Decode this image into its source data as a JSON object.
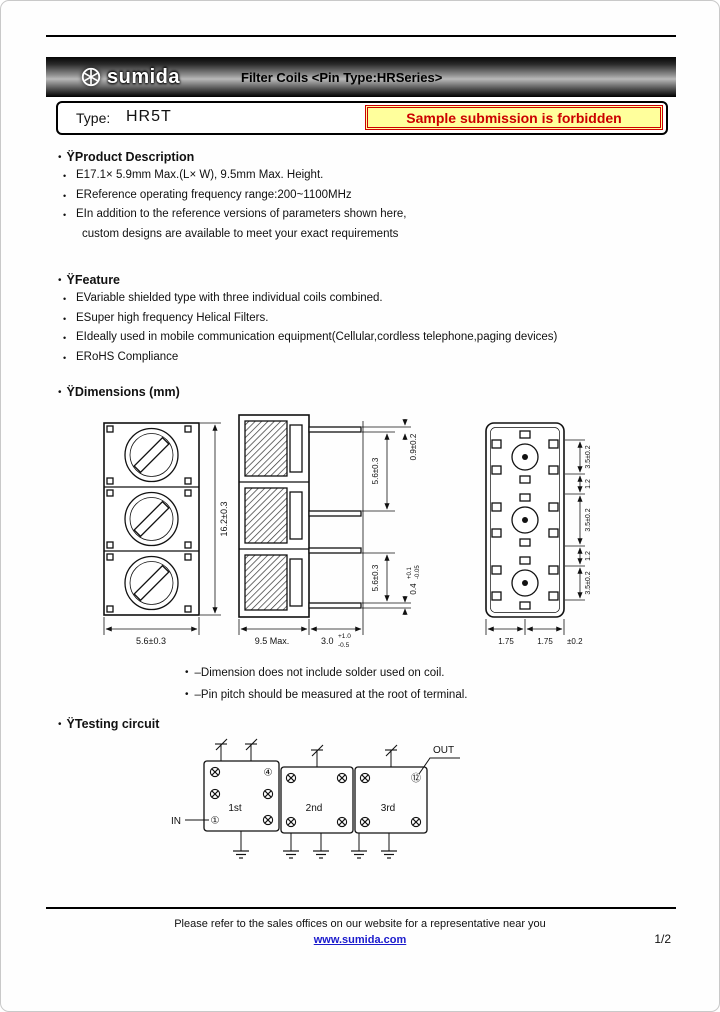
{
  "glyphs": {
    "section_bullet": "•",
    "heading_prefix": "Ÿ",
    "item_bullet": "•"
  },
  "header": {
    "logo_text": "sumida",
    "title": "Filter Coils <Pin Type:HRSeries>"
  },
  "type_box": {
    "label": "Type:",
    "value": "HR5T",
    "warning": "Sample submission is forbidden"
  },
  "product_description": {
    "heading": "Product Description",
    "items": [
      "E17.1× 5.9mm Max.(L× W), 9.5mm Max. Height.",
      "EReference operating frequency range:200~1100MHz",
      "EIn addition to the reference versions of parameters shown here,",
      "custom designs are available to meet your exact requirements"
    ]
  },
  "feature": {
    "heading": "Feature",
    "items": [
      "EVariable shielded type with three individual coils combined.",
      "ESuper high frequency Helical Filters.",
      "EIdeally used in mobile communication equipment(Cellular,cordless telephone,paging devices)",
      "ERoHS Compliance"
    ]
  },
  "dimensions": {
    "heading": "Dimensions (mm)",
    "top_view": {
      "height": "16.2±0.3",
      "width": "5.6±0.3"
    },
    "front_view": {
      "pin_width": "0.9±0.2",
      "pitch_a": "5.6±0.3",
      "pitch_b": "5.6±0.3",
      "thickness_val": "0.4",
      "thickness_plus": "+0.1",
      "thickness_minus": "-0.05",
      "body_height": "9.5 Max.",
      "pin_length_val": "3.0",
      "pin_length_plus": "+1.0",
      "pin_length_minus": "-0.5"
    },
    "bottom_view": {
      "pitch_1": "3.5±0.2",
      "gap_1": "1.2",
      "pitch_2": "3.5±0.2",
      "gap_2": "1.2",
      "pitch_3": "3.5±0.2",
      "row_1": "1.75",
      "row_2": "1.75",
      "row_tol": "±0.2"
    },
    "notes": [
      "–Dimension does not include solder used on coil.",
      "–Pin pitch should be measured at the root of terminal."
    ]
  },
  "testing_circuit": {
    "heading": "Testing circuit",
    "in_label": "IN",
    "out_label": "OUT",
    "stage_1": "1st",
    "stage_2": "2nd",
    "stage_3": "3rd",
    "pin_in": "①",
    "pin_4": "④",
    "pin_out": "⑫"
  },
  "footer": {
    "note": "Please refer to the sales offices on our website for a representative near you",
    "link": "www.sumida.com",
    "page_number": "1/2"
  }
}
